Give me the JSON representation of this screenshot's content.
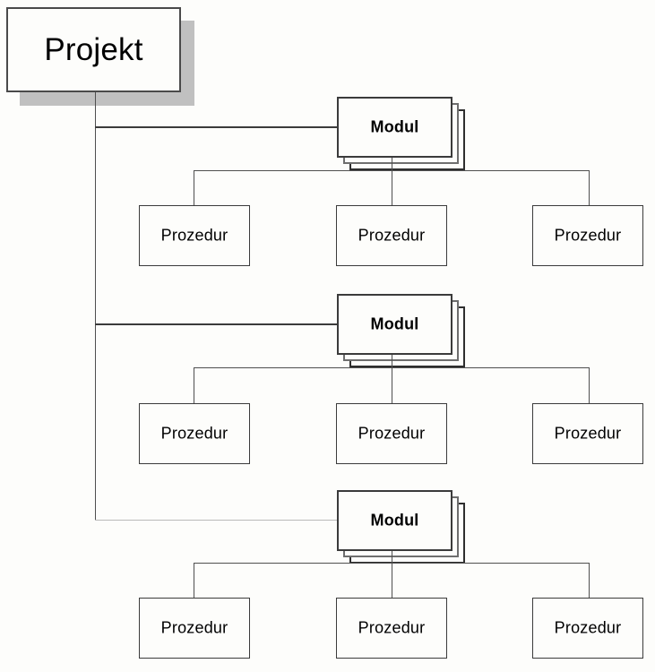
{
  "diagram": {
    "title": "Projekt",
    "type": "hierarchy-tree",
    "background_color": "#fdfdfb",
    "line_color": "#3b3b3b",
    "shadow_color": "#c0c0c0",
    "root": {
      "label": "Projekt"
    },
    "modules": [
      {
        "label": "Modul",
        "procedures": [
          {
            "label": "Prozedur"
          },
          {
            "label": "Prozedur"
          },
          {
            "label": "Prozedur"
          }
        ]
      },
      {
        "label": "Modul",
        "procedures": [
          {
            "label": "Prozedur"
          },
          {
            "label": "Prozedur"
          },
          {
            "label": "Prozedur"
          }
        ]
      },
      {
        "label": "Modul",
        "procedures": [
          {
            "label": "Prozedur"
          },
          {
            "label": "Prozedur"
          },
          {
            "label": "Prozedur"
          }
        ]
      }
    ]
  }
}
